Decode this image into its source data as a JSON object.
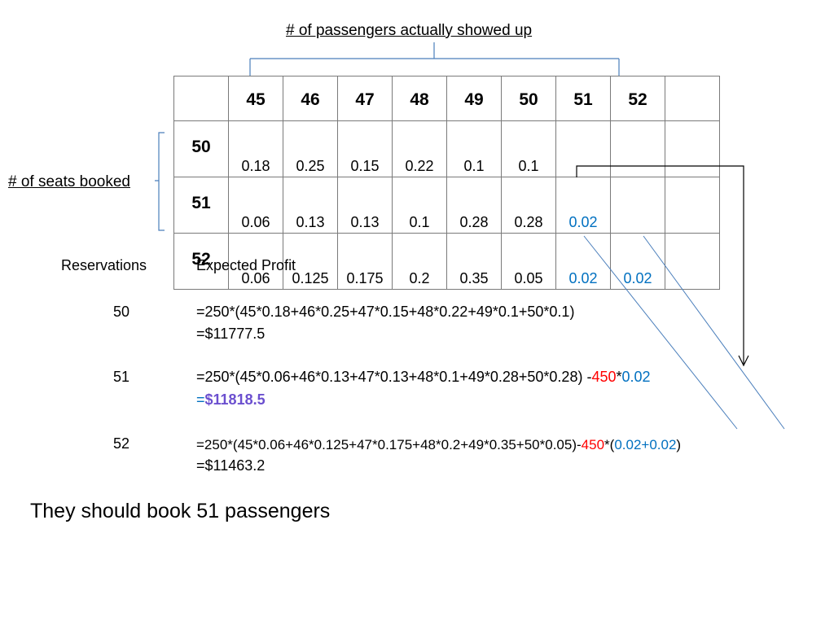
{
  "header": {
    "columns_label": "# of passengers actually showed up",
    "rows_label": "# of seats booked"
  },
  "table": {
    "columns": [
      "",
      "45",
      "46",
      "47",
      "48",
      "49",
      "50",
      "51",
      "52",
      ""
    ],
    "rows": [
      {
        "label": "50",
        "values": [
          "0.18",
          "0.25",
          "0.15",
          "0.22",
          "0.1",
          "0.1",
          "",
          "",
          ""
        ]
      },
      {
        "label": "51",
        "values": [
          "0.06",
          "0.13",
          "0.13",
          "0.1",
          "0.28",
          "0.28",
          "0.02",
          "",
          ""
        ]
      },
      {
        "label": "52",
        "values": [
          "0.06",
          "0.125",
          "0.175",
          "0.2",
          "0.35",
          "0.05",
          "0.02",
          "0.02",
          ""
        ]
      }
    ]
  },
  "calc": {
    "reservations_header": "Reservations",
    "profit_header": "Expected Profit",
    "r50": {
      "label": "50",
      "formula": "=250*(45*0.18+46*0.25+47*0.15+48*0.22+49*0.1+50*0.1)",
      "result": "=$11777.5"
    },
    "r51": {
      "label": "51",
      "formula_a": "=250*(45*0.06+46*0.13+47*0.13+48*0.1+49*0.28+50*0.28) -",
      "formula_red": "450",
      "formula_star": "*",
      "formula_blue": "0.02",
      "result_eq": "=",
      "result": "$11818.5"
    },
    "r52": {
      "label": "52",
      "formula_a": "=250*(45*0.06+46*0.125+47*0.175+48*0.2+49*0.35+50*0.05)-",
      "formula_red": "450",
      "formula_star": "*(",
      "formula_blue": "0.02+0.02",
      "formula_end": ")",
      "result": "=$11463.2"
    }
  },
  "conclusion": "They should book 51 passengers",
  "colors": {
    "blue": "#0070c0",
    "red": "#ff0000",
    "purple": "#6b4fcf",
    "grid": "#7a7a7a",
    "bracket": "#4a7ebb"
  }
}
